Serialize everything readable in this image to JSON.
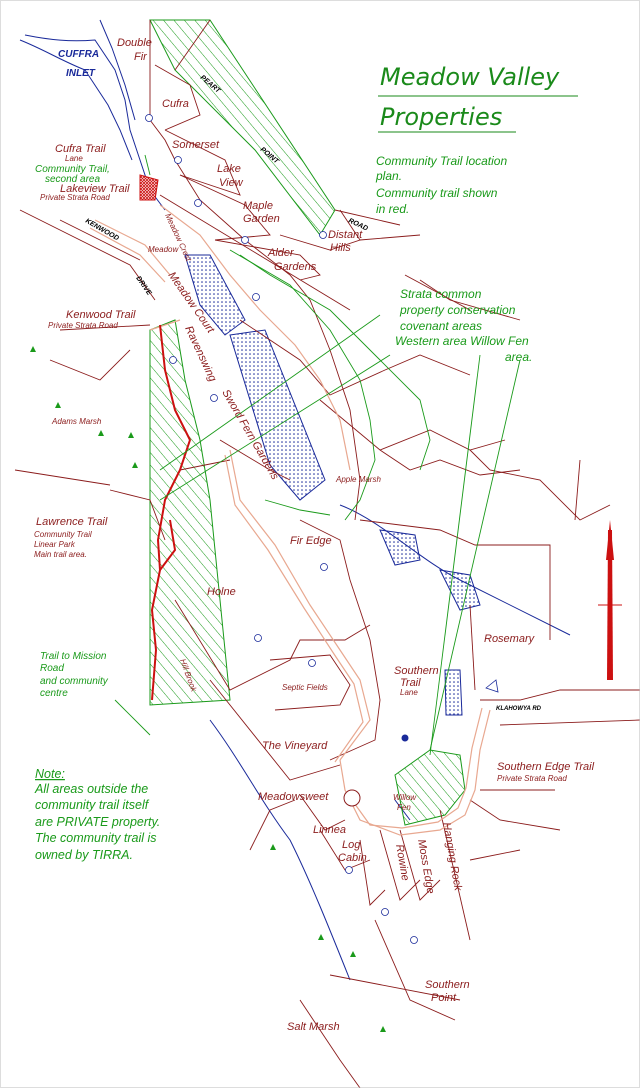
{
  "title": {
    "line1": "Meadow Valley",
    "line2": "Properties"
  },
  "subtitle": {
    "line1": "Community Trail location",
    "line2": "plan.",
    "line3": "Community trail shown",
    "line4": "in red."
  },
  "inlet": {
    "line1": "CUFFRA",
    "line2": "INLET"
  },
  "strata_note": {
    "line1": "Strata common",
    "line2": "property conservation",
    "line3": "covenant areas",
    "line4": "Western area  Willow Fen",
    "line5": "area."
  },
  "note": {
    "heading": "Note:",
    "line1": "All areas outside the",
    "line2": "community trail itself",
    "line3": "are PRIVATE property.",
    "line4": "The community trail is",
    "line5": "owned by TIRRA."
  },
  "trail_mission": {
    "line1": "Trail to Mission",
    "line2": "Road",
    "line3": "and community",
    "line4": "centre"
  },
  "community_trail_second": {
    "line1": "Community Trail,",
    "line2": "second area"
  },
  "roads": {
    "kenwood_drive_1": "KENWOOD",
    "kenwood_drive_2": "DRIVE",
    "hwy_1": "PEART",
    "hwy_2": "POINT",
    "hwy_3": "ROAD",
    "klahowya": "KLAHOWYA RD"
  },
  "labels": {
    "double_fir": "Double\nFir",
    "cufra": "Cufra",
    "somerset": "Somerset",
    "lake_view_1": "Lake",
    "lake_view_2": "View",
    "maple_garden_1": "Maple",
    "maple_garden_2": "Garden",
    "alder_gardens_1": "Alder",
    "alder_gardens_2": "Gardens",
    "distant_hills_1": "Distant",
    "distant_hills_2": "Hills",
    "cufra_trail_1": "Cufra Trail",
    "cufra_trail_2": "Lane",
    "lakeview_trail_1": "Lakeview Trail",
    "lakeview_trail_2": "Private Strata Road",
    "meadow": "Meadow",
    "meadow_crest": "Meadow Crest",
    "meadow_court": "Meadow Court",
    "kenwood_trail_1": "Kenwood Trail",
    "kenwood_trail_2": "Private Strata Road",
    "ravenswing": "Ravenswing",
    "sword_fern": "Sword Fern Gardens",
    "adams_marsh": "Adams Marsh",
    "apple_marsh": "Apple Marsh",
    "lawrence_trail_1": "Lawrence Trail",
    "lawrence_trail_2": "Community Trail",
    "lawrence_trail_3": "Linear Park",
    "lawrence_trail_4": "Main trail area.",
    "fir_edge": "Fir Edge",
    "holne": "Holne",
    "rosemary": "Rosemary",
    "hill_brook": "Hill Brook",
    "septic_fields": "Septic Fields",
    "southern_trail_1": "Southern",
    "southern_trail_2": "Trail",
    "southern_trail_3": "Lane",
    "vineyard": "The Vineyard",
    "southern_edge_1": "Southern Edge Trail",
    "southern_edge_2": "Private Strata Road",
    "meadowsweet": "Meadowsweet",
    "willow_fen_1": "Willow",
    "willow_fen_2": "Fen",
    "linnea": "Linnea",
    "log_cabin_1": "Log",
    "log_cabin_2": "Cabin",
    "rowine": "Rowine",
    "moss_edge": "Moss Edge",
    "hanging_rock": "Hanging Rock",
    "southern_point_1": "Southern",
    "southern_point_2": "Point",
    "salt_marsh": "Salt Marsh"
  },
  "colors": {
    "trail_red": "#cc1010",
    "property_line": "#8b1c1c",
    "green": "#1a9a1a",
    "blue": "#1a2a9a",
    "road": "#e8a890"
  }
}
